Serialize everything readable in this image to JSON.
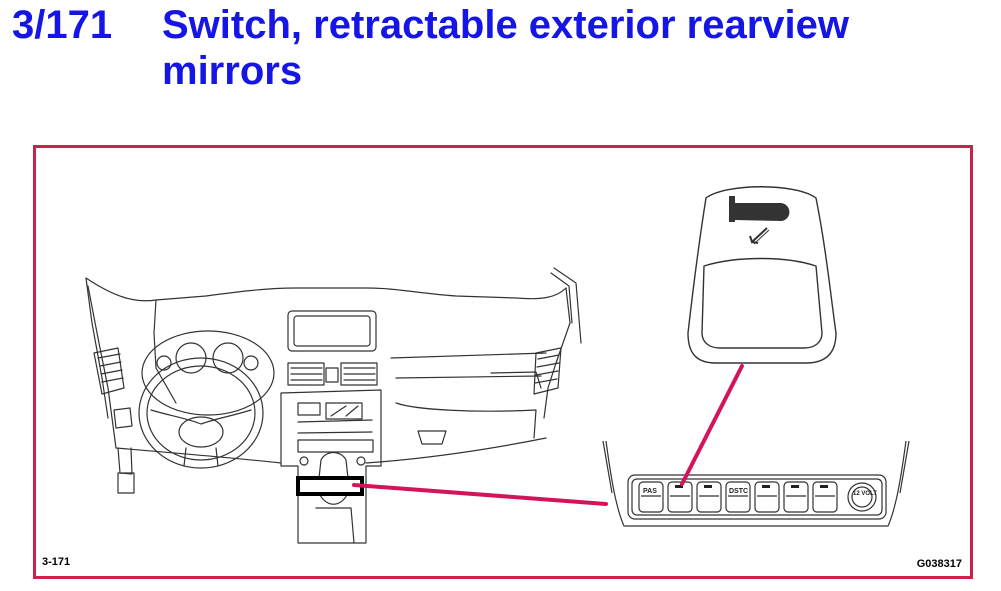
{
  "header": {
    "section_number": "3/171",
    "title": "Switch, retractable exterior rearview mirrors"
  },
  "figure": {
    "label_left": "3-171",
    "label_right": "G038317",
    "border_color": "#c8234a",
    "leader_color": "#d4145a",
    "switch_labels": [
      "PAS",
      "DSTC",
      "12 VOLT"
    ]
  },
  "colors": {
    "title": "#1515e6"
  }
}
